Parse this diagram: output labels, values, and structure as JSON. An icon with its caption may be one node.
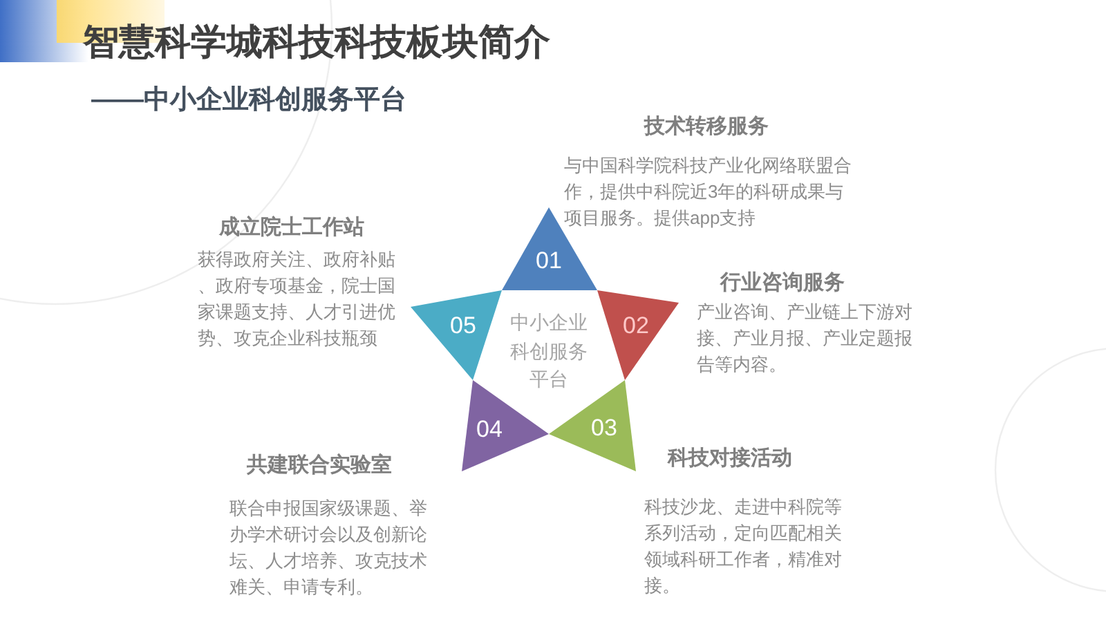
{
  "diagram": {
    "title": "智慧科学城科技科技板块简介",
    "nodes": [
      {
        "text": [
          "01"
        ],
        "beside": [
          "技术转移服务",
          "与中国科学院科技产业化网络联盟合作，提供中科院近3年的科研成果与项目服务。提供app支持"
        ]
      },
      {
        "text": [
          "02"
        ],
        "beside": [
          "行业咨询服务",
          "产业咨询、产业链上下游对接、产业月报、产业定题报告等内容。"
        ]
      },
      {
        "text": [
          "03"
        ],
        "beside": [
          "科技对接活动",
          "科技沙龙、走进中科院等系列活动，定向匹配相关领域科研工作者，精准对接。"
        ]
      },
      {
        "text": [
          "04"
        ],
        "beside": [
          "共建联合实验室",
          "联合申报国家级课题、举办学术研讨会以及创新论坛、人才培养、攻克技术难关、申请专利。"
        ]
      },
      {
        "text": [
          "05"
        ],
        "beside": [
          "成立院士工作站",
          "获得政府关注、政府补贴、政府专项基金，院士国家课题支持、人才引进优势、攻克企业科技瓶颈"
        ]
      },
      {
        "text": [
          "中小企业科创服务平台"
        ]
      }
    ],
    "labels": [
      "——中小企业科创服务平台"
    ]
  }
}
